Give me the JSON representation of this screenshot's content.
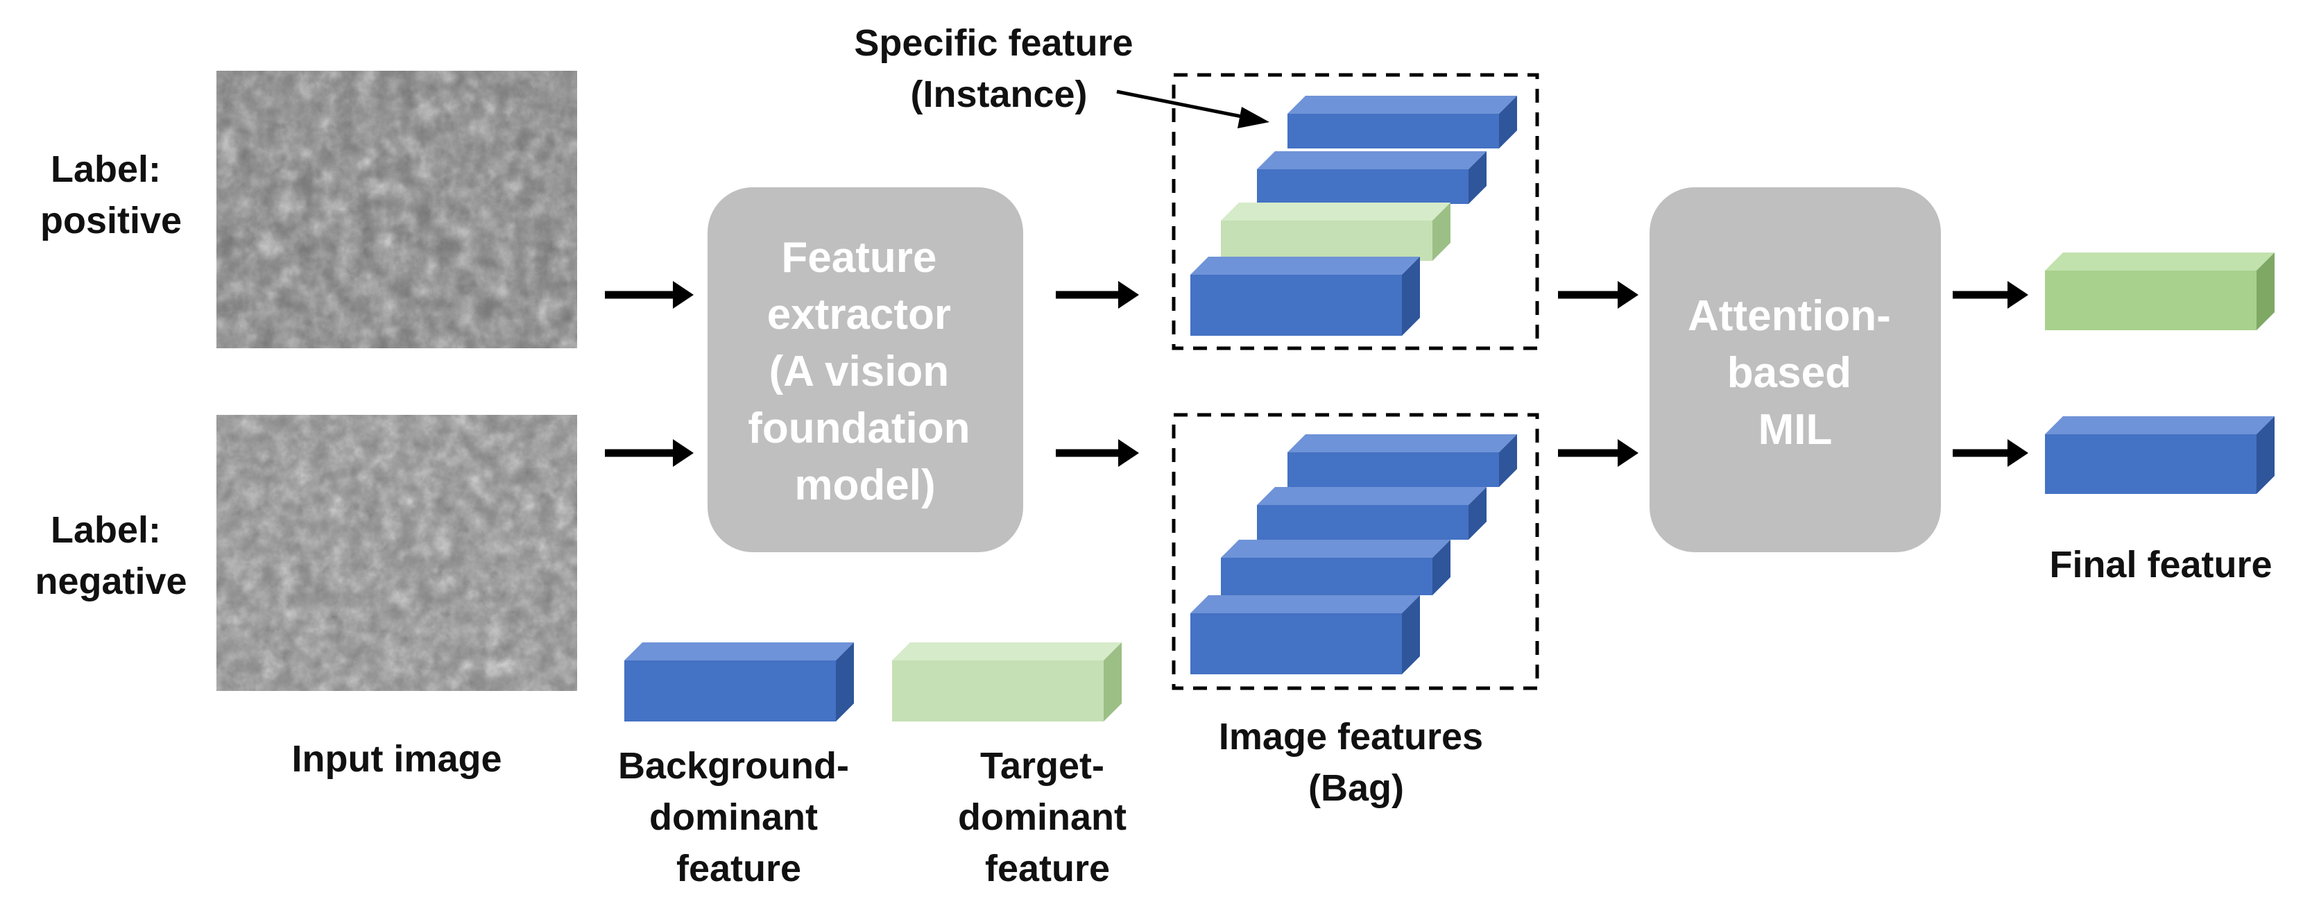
{
  "labels": {
    "positive": [
      "Label:",
      "positive"
    ],
    "negative": [
      "Label:",
      "negative"
    ],
    "input_image": "Input image",
    "specific_feature": [
      "Specific feature",
      "(Instance)"
    ],
    "image_features": [
      "Image features",
      "(Bag)"
    ],
    "final_feature": "Final feature",
    "background_feature": [
      "Background-",
      "dominant",
      "feature"
    ],
    "target_feature": [
      "Target-",
      "dominant",
      "feature"
    ]
  },
  "boxes": {
    "feature_extractor": [
      "Feature",
      "extractor",
      "(A vision",
      "foundation",
      "model)"
    ],
    "attention_mil": [
      "Attention-",
      "based",
      "MIL"
    ]
  },
  "colors": {
    "background_feature_front": "#4472c4",
    "background_feature_top": "#6f93d8",
    "background_feature_side": "#2f559b",
    "target_feature_front": "#c5e0b4",
    "target_feature_top": "#d6ebc9",
    "target_feature_side": "#9cbf86",
    "final_target_front": "#a9d18e",
    "final_target_top": "#c2e2ad",
    "final_target_side": "#7ea864",
    "process_box": "#bfbfbf",
    "arrow": "#000000"
  }
}
